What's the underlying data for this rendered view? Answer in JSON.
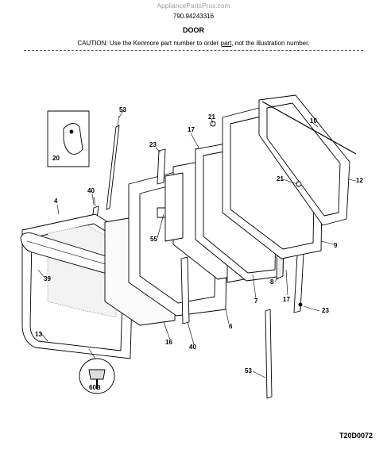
{
  "header": {
    "watermark": "AppliancePartsPros.com",
    "model_number": "790.94243316",
    "section_title": "DOOR",
    "caution_before": "CAUTION: Use the Kenmore part number to order ",
    "caution_link": "part",
    "caution_after": ", not the illustration number."
  },
  "callouts": {
    "c53_top": "53",
    "c20": "20",
    "c21_top": "21",
    "c10": "10",
    "c17_top": "17",
    "c23_top": "23",
    "c12": "12",
    "c21_mid": "21",
    "c40_top": "40",
    "c4": "4",
    "c55": "55",
    "c9": "9",
    "c39": "39",
    "c8": "8",
    "c17_right": "17",
    "c7": "7",
    "c23_right": "23",
    "c13": "13",
    "c16": "16",
    "c6": "6",
    "c40_bottom": "40",
    "c53_bottom": "53",
    "c60b": "60B"
  },
  "footer": {
    "diagram_code": "T20D0072"
  }
}
